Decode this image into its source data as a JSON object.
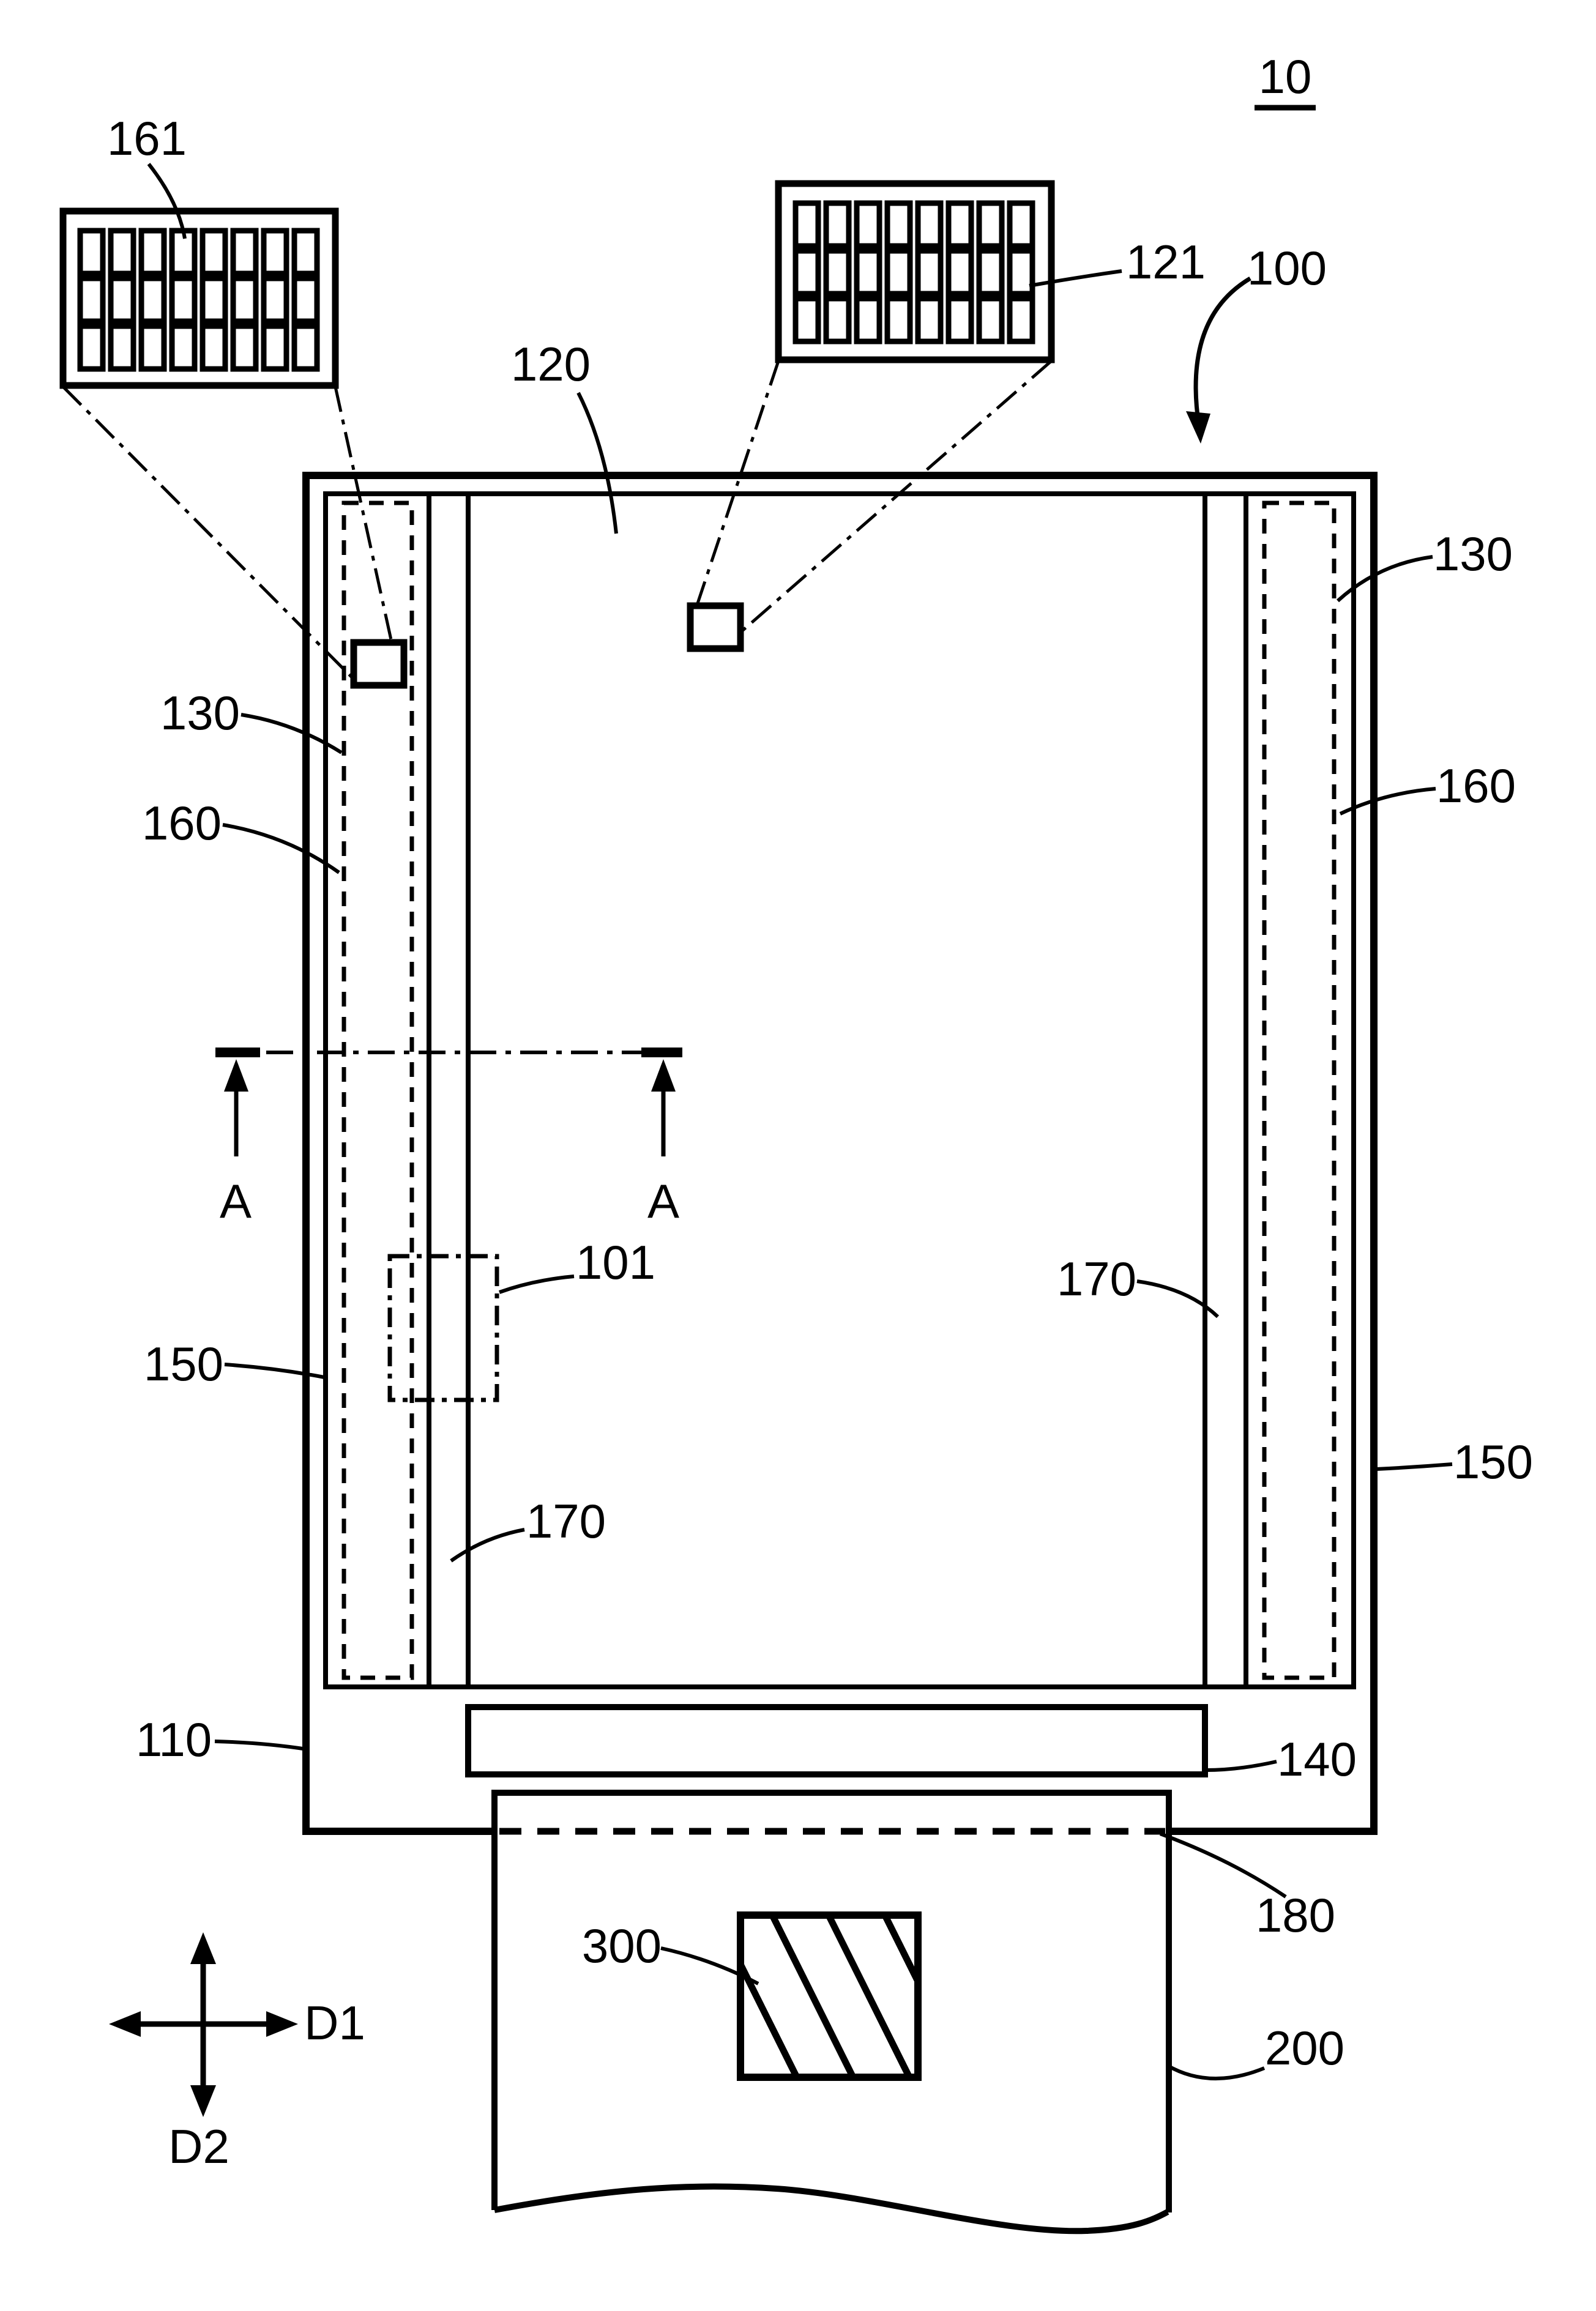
{
  "figure": {
    "number": "10",
    "kind": "patent-style technical diagram",
    "ink_color": "#000000",
    "background_color": "#ffffff"
  },
  "labels": {
    "ref_10": {
      "text": "10"
    },
    "ref_100": {
      "text": "100"
    },
    "ref_110": {
      "text": "110"
    },
    "ref_120": {
      "text": "120"
    },
    "ref_121": {
      "text": "121"
    },
    "ref_130_left": {
      "text": "130"
    },
    "ref_130_right": {
      "text": "130"
    },
    "ref_140": {
      "text": "140"
    },
    "ref_150_left": {
      "text": "150"
    },
    "ref_150_right": {
      "text": "150"
    },
    "ref_160_left": {
      "text": "160"
    },
    "ref_160_right": {
      "text": "160"
    },
    "ref_161": {
      "text": "161"
    },
    "ref_170_left": {
      "text": "170"
    },
    "ref_170_right": {
      "text": "170"
    },
    "ref_180": {
      "text": "180"
    },
    "ref_200": {
      "text": "200"
    },
    "ref_300": {
      "text": "300"
    },
    "ref_101": {
      "text": "101"
    },
    "section_a_left": {
      "text": "A"
    },
    "section_a_right": {
      "text": "A"
    },
    "dir_d1": {
      "text": "D1"
    },
    "dir_d2": {
      "text": "D2"
    }
  }
}
